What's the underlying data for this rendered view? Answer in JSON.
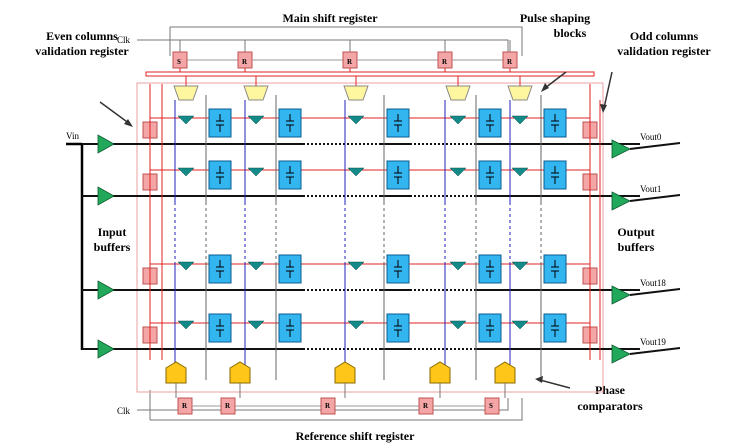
{
  "labels": {
    "main_shift_register": "Main shift register",
    "clk_top": "Clk",
    "pulse_shaping": [
      "Pulse shaping",
      "blocks"
    ],
    "even_columns": [
      "Even columns",
      "validation register"
    ],
    "odd_columns": [
      "Odd columns",
      "validation register"
    ],
    "vin": "Vin",
    "input_buffers": [
      "Input",
      "buffers"
    ],
    "output_buffers": [
      "Output",
      "buffers"
    ],
    "phase_comparators": [
      "Phase",
      "comparators"
    ],
    "clk_bottom": "Clk",
    "reference_shift_register": "Reference shift register"
  },
  "outputs": [
    "Vout0",
    "Vout1",
    "Vout18",
    "Vout19"
  ],
  "top_registers": [
    "S",
    "R",
    "R",
    "R",
    "R"
  ],
  "bottom_registers": [
    "R",
    "R",
    "R",
    "R",
    "S"
  ],
  "colors": {
    "register": "#f4a6a6",
    "register_border": "#c05050",
    "cell": "#33b5f0",
    "cell_border": "#0a5d8f",
    "pulse_block": "#fff7a0",
    "comparator": "#ffc61a",
    "buffer": "#22a85a",
    "small_triangle": "#138a88",
    "red_wire": "#e02020",
    "blue_wire": "#2222bb",
    "grey_wire": "#777777"
  }
}
